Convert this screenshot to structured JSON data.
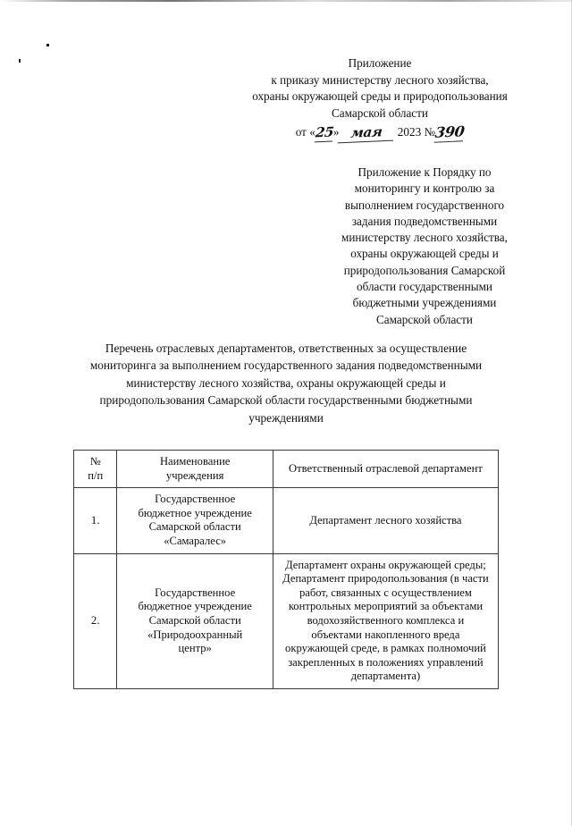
{
  "document": {
    "header": {
      "lines": [
        "Приложение",
        "к приказу министерству лесного хозяйства,",
        "охраны окружающей среды и природопользования",
        "Самарской области"
      ],
      "date_prefix": "от «",
      "date_day": "25",
      "date_quote_close": "»",
      "date_month": "мая",
      "date_year": "2023",
      "number_label": "№",
      "number_value": "390"
    },
    "appendix_note": {
      "lines": [
        "Приложение к Порядку по",
        "мониторингу и контролю за",
        "выполнением государственного",
        "задания подведомственными",
        "министерству лесного хозяйства,",
        "охраны окружающей среды и",
        "природопользования Самарской",
        "области государственными",
        "бюджетными учреждениями",
        "Самарской области"
      ]
    },
    "title": {
      "lines": [
        "Перечень отраслевых департаментов, ответственных за осуществление",
        "мониторинга за выполнением государственного задания подведомственными",
        "министерству лесного хозяйства, охраны окружающей среды и",
        "природопользования Самарской области государственными бюджетными",
        "учреждениями"
      ]
    },
    "table": {
      "headers": {
        "no": "№\nп/п",
        "name": "Наименование\nучреждения",
        "department": "Ответственный отраслевой департамент"
      },
      "rows": [
        {
          "no": "1.",
          "name": "Государственное\nбюджетное учреждение\nСамарской области\n«Самаралес»",
          "department": "Департамент лесного хозяйства"
        },
        {
          "no": "2.",
          "name": "Государственное\nбюджетное учреждение\nСамарской области\n«Природоохранный\nцентр»",
          "department": "Департамент охраны окружающей среды;\nДепартамент природопользования (в части\nработ, связанных с осуществлением\nконтрольных мероприятий за объектами\nводохозяйственного комплекса и\nобъектами накопленного вреда\nокружающей среде, в рамках полномочий\nзакрепленных в положениях управлений\nдепартамента)"
        }
      ]
    }
  }
}
